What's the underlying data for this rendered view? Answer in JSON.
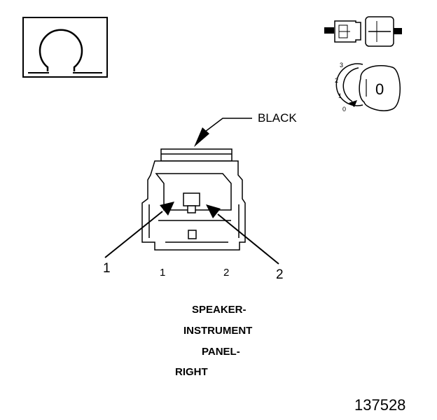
{
  "color_label": "BLACK",
  "pins": [
    "1",
    "2"
  ],
  "callouts": [
    "1",
    "2"
  ],
  "caption": [
    "SPEAKER-",
    "INSTRUMENT",
    "PANEL-",
    "RIGHT"
  ],
  "figure_number": "137528",
  "ignition_key": {
    "positions": [
      "3",
      "2",
      "1",
      "0"
    ],
    "key_label": "0"
  },
  "icons": {
    "meter": "ohm-meter-icon",
    "connector": "disconnected-connector-icon",
    "ignition": "ignition-off-icon"
  }
}
